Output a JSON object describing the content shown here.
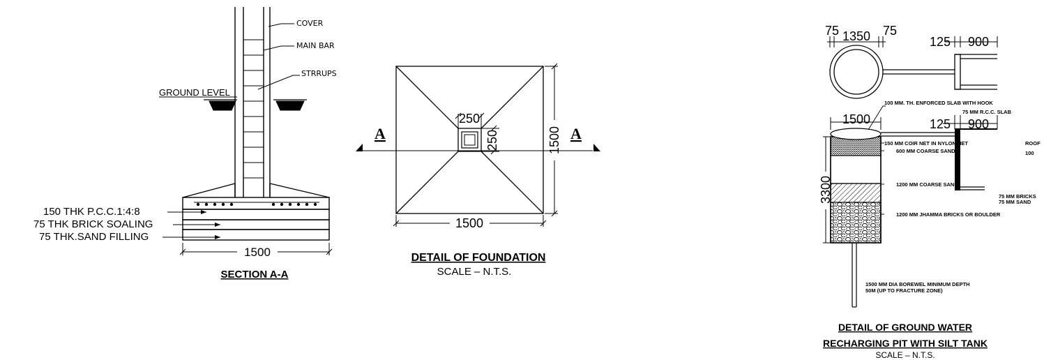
{
  "section_aa": {
    "callouts": {
      "cover": "COVER",
      "main_bar": "MAIN BAR",
      "stirrups": "STRRUPS",
      "ground_level": "GROUND LEVEL"
    },
    "layers": {
      "pcc": "150 THK P.C.C.1:4:8",
      "brick_soaling": "75 THK BRICK SOALING",
      "sand_filling": "75 THK.SAND FILLING"
    },
    "width_dim": "1500",
    "title": "SECTION A-A"
  },
  "foundation_plan": {
    "section_marker": "A",
    "column_width_dim": "250",
    "column_depth_dim": "250",
    "plan_width_dim": "1500",
    "plan_depth_dim": "1500",
    "title": "DETAIL OF FOUNDATION",
    "scale": "SCALE  –  N.T.S."
  },
  "recharge_pit": {
    "plan_dims": {
      "wall_left": "75",
      "diameter": "1350",
      "wall_right": "75",
      "gap": "125",
      "tank_width": "900"
    },
    "section_dims": {
      "pit_width": "1500",
      "gap": "125",
      "tank_width": "900",
      "pit_depth": "3300"
    },
    "notes": {
      "slab_hook": "100 MM. TH. ENFORCED SLAB WITH HOOK",
      "rcc_slab": "75 MM R.C.C. SLAB",
      "coir_net": "150 MM COIR NET IN NYLON NET",
      "coarse_sand_600": "600 MM COARSE SAND",
      "coarse_sand_1200": "1200 MM COARSE SAND",
      "jhamma": "1200 MM JHAMMA BRICKS OR BOULDER",
      "borewell_1": "1500 MM DIA BOREWEL MINIMUM DEPTH",
      "borewell_2": "50M (UP TO FRACTURE ZONE)",
      "roof": "ROOF",
      "roof_value": "100",
      "bricks": "75 MM BRICKS",
      "sand": "75 MM SAND"
    },
    "title_line1": "DETAIL OF GROUND WATER",
    "title_line2": "RECHARGING PIT WITH SILT TANK",
    "scale": "SCALE  –  N.T.S."
  }
}
